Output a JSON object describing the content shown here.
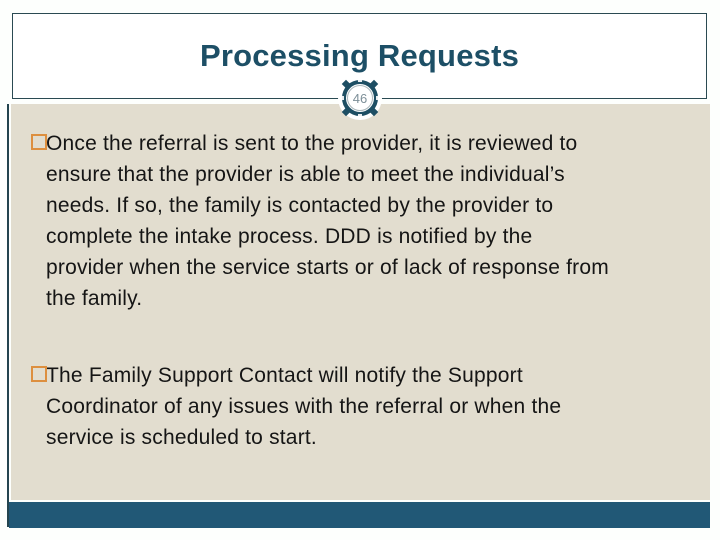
{
  "slide": {
    "title": "Processing Requests",
    "page_number": "46",
    "bullets": [
      {
        "text": "Once the referral is sent to the provider, it is reviewed to\nensure that the provider is able to meet the individual’s\nneeds. If so, the family is contacted by the provider to\ncomplete the intake process. DDD is notified by the\nprovider when the service starts or of lack of response from\nthe family."
      },
      {
        "text": "The Family Support Contact will notify the Support\nCoordinator of any issues with the referral or when the\nservice is scheduled to start."
      }
    ],
    "colors": {
      "title_text": "#1d4f66",
      "title_border": "#2a4a52",
      "body_panel_bg": "#e2ddcf",
      "footer_bar": "#215876",
      "accent_line": "#24454f",
      "bullet_square": "#dd8f3f",
      "badge_ring": "#1d4e63",
      "badge_number": "#7d8f98",
      "body_text": "#151515",
      "page_bg": "#fdfffd"
    }
  }
}
